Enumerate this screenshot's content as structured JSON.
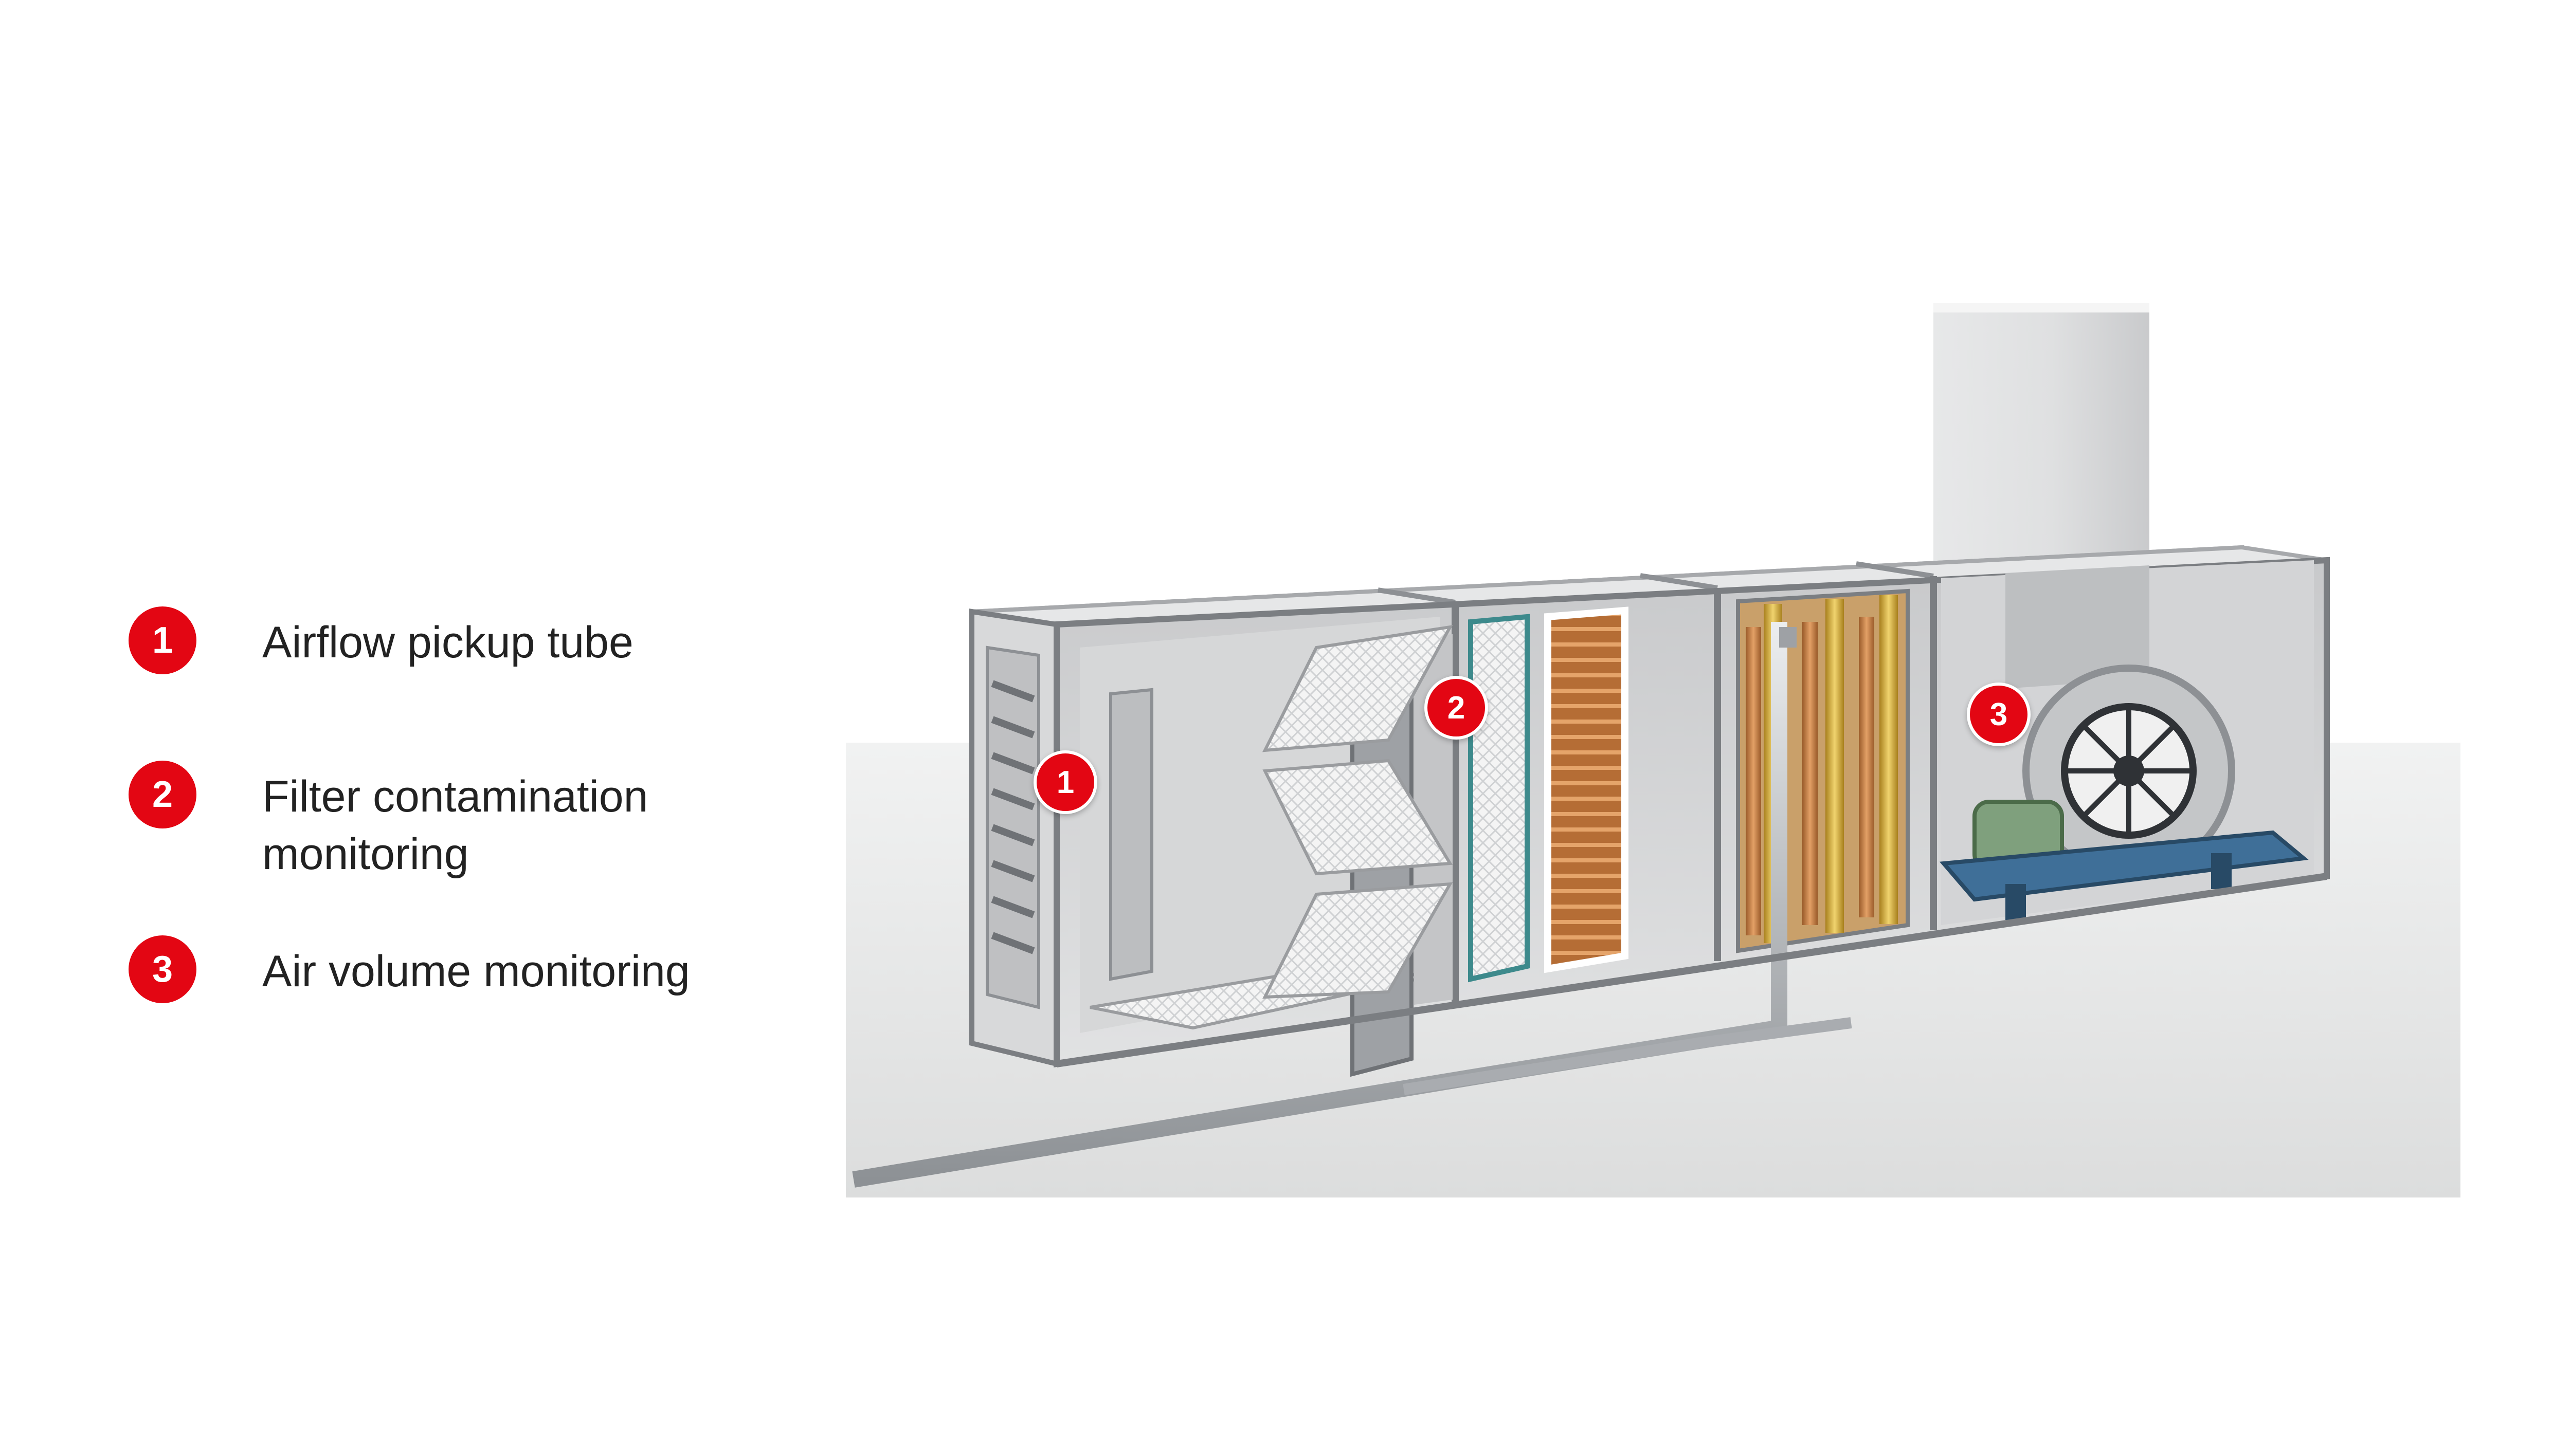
{
  "legend": {
    "items": [
      {
        "number": "1",
        "label": "Airflow pickup tube"
      },
      {
        "number": "2",
        "label": "Filter contamination monitoring"
      },
      {
        "number": "3",
        "label": "Air volume monitoring"
      }
    ]
  },
  "markers": [
    "1",
    "2",
    "3"
  ],
  "colors": {
    "accent_red": "#e30613",
    "housing_gray": "#d9dadb",
    "frame_dark": "#7b7e82",
    "copper": "#c47a3c",
    "fan_base_blue": "#3f6f98",
    "motor_green": "#7fa07d"
  },
  "illustration": {
    "subject": "air-handling-unit-cutaway",
    "icon": "hvac-unit-icon"
  }
}
